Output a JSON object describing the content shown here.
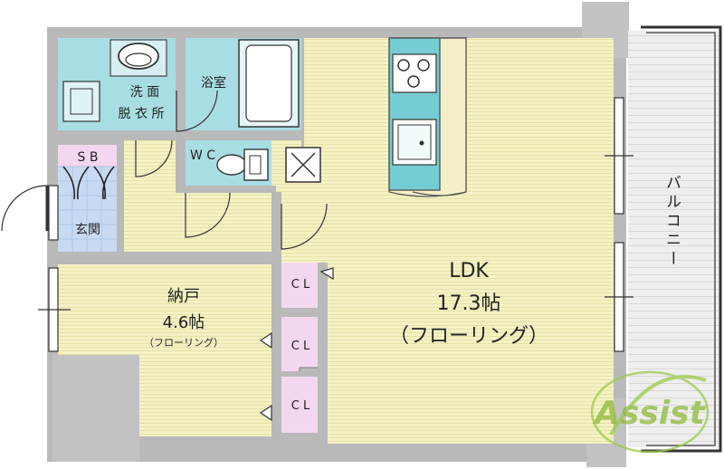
{
  "rooms": {
    "ldk": {
      "name": "LDK",
      "size": "17.3帖",
      "floor": "（フローリング）"
    },
    "storage_room": {
      "name": "納戸",
      "size": "4.6帖",
      "floor": "（フローリング）"
    },
    "washroom": {
      "line1": "洗 面",
      "line2": "脱 衣 所"
    },
    "bath": "浴室",
    "wc": "W C",
    "sb": "S B",
    "entrance": "玄関",
    "closet_1": "C L",
    "closet_2": "C L",
    "closet_3": "C L",
    "balcony": "バルコニー"
  },
  "watermark": "Assist",
  "colors": {
    "wall": "#b9b9b9",
    "floor_wood": "#f4f2c4",
    "wet_area": "#a9dde4",
    "closet": "#f3d7ef",
    "entrance": "#c8daf2",
    "balcony": "#e9e9e9",
    "watermark": "#9cc94a"
  }
}
